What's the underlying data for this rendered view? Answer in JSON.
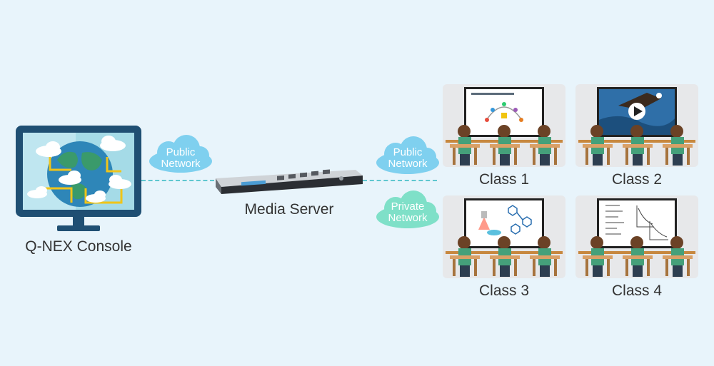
{
  "console": {
    "label": "Q-NEX Console"
  },
  "server": {
    "label": "Media Server"
  },
  "clouds": {
    "public_left": [
      "Public",
      "Network"
    ],
    "public_right": [
      "Public",
      "Network"
    ],
    "private": [
      "Private",
      "Network"
    ]
  },
  "classes": [
    {
      "label": "Class 1",
      "screen": "slide"
    },
    {
      "label": "Class 2",
      "screen": "video"
    },
    {
      "label": "Class 3",
      "screen": "chemistry"
    },
    {
      "label": "Class 4",
      "screen": "whiteboard"
    }
  ],
  "colors": {
    "background": "#e8f4fb",
    "public_cloud": "#7fd0ef",
    "private_cloud": "#7fe0c8",
    "dash": "#5fc7cf",
    "monitor": "#1f4f73"
  }
}
